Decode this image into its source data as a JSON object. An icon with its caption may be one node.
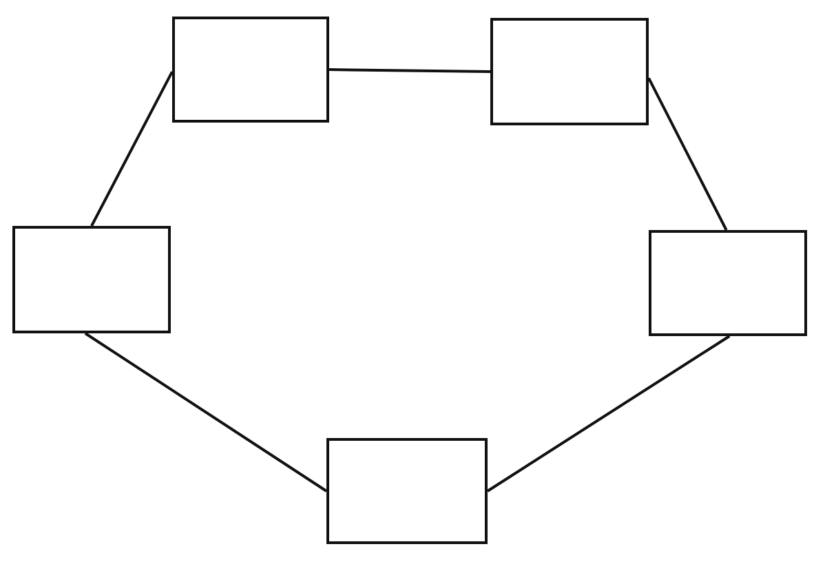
{
  "diagram": {
    "nodes": [
      {
        "text": [],
        "shape": "box"
      },
      {
        "text": [],
        "shape": "box"
      },
      {
        "text": [],
        "shape": "box"
      },
      {
        "text": [],
        "shape": "box"
      },
      {
        "text": [],
        "shape": "box"
      }
    ],
    "edges": [
      {
        "from": 0,
        "to": 1,
        "arrow": "none"
      },
      {
        "from": 0,
        "to": 2,
        "arrow": "none"
      },
      {
        "from": 1,
        "to": 3,
        "arrow": "none"
      },
      {
        "from": 2,
        "to": 4,
        "arrow": "none"
      },
      {
        "from": 3,
        "to": 4,
        "arrow": "none"
      }
    ]
  }
}
